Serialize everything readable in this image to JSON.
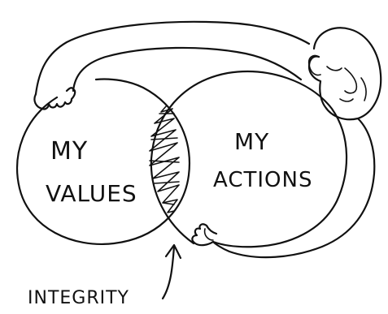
{
  "diagram": {
    "left_circle_label": {
      "line1": "MY",
      "line2": "VALUES"
    },
    "right_circle_label": {
      "line1": "MY",
      "line2": "ACTIONS"
    },
    "overlap_label": "INTEGRITY",
    "colors": {
      "ink": "#111111",
      "background": "#ffffff"
    }
  }
}
